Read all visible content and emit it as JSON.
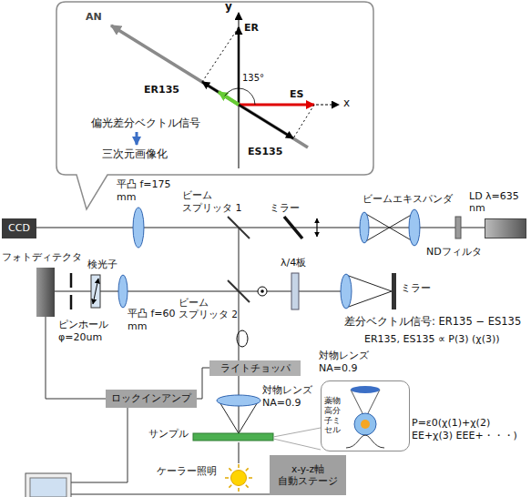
{
  "diagram": {
    "nodes": [
      {
        "text": [
          "偏光差分ベクトル信号",
          "三次元画像化"
        ]
      },
      {
        "text": [
          "CCD"
        ]
      },
      {
        "text": [
          "LD λ=635 nm"
        ]
      },
      {
        "text": [
          "フォトディテクタ"
        ]
      },
      {
        "text": [
          "ライトチョッパ"
        ]
      },
      {
        "text": [
          "ロックインアンプ"
        ]
      },
      {
        "text": [
          "x-y-z軸 自動ステージ"
        ]
      },
      {
        "text": [
          "ケーラー照明"
        ]
      },
      {
        "text": [
          "薬物高分子ミセル"
        ]
      }
    ],
    "edges": [
      {
        "from": 3,
        "to": 5,
        "arrow": "none"
      }
    ],
    "labels": [
      "y",
      "ER",
      "AN",
      "ER135",
      "135°",
      "ES",
      "x",
      "ES135",
      "平凸 f=175 mm",
      "ビーム スプリッタ 1",
      "ミラー",
      "ビームエキスパンダ",
      "NDフィルタ",
      "検光子",
      "平凸 f=60 mm",
      "ピンホール φ=20um",
      "ビーム スプリッタ 2",
      "λ/4板",
      "ミラー",
      "差分ベクトル信号: ER135 − ES135",
      "ER135, ES135 ∝ P(3) (χ(3))",
      "対物レンズ NA=0.9",
      "対物レンズ NA=0.9",
      "サンプル",
      "P=ε0(χ(1)+χ(2) EE+χ(3) EEE+・・・)"
    ]
  }
}
